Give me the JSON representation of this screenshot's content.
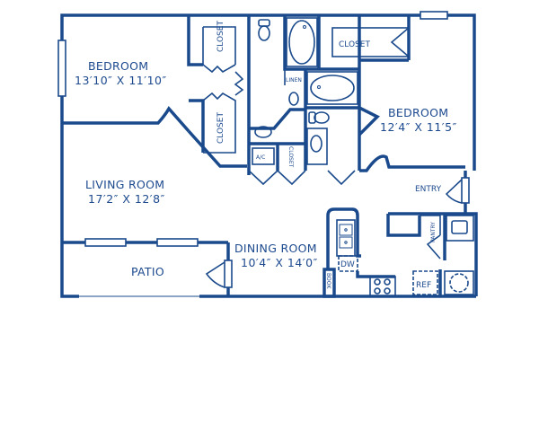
{
  "floor_plan": {
    "colors": {
      "wall": "#1a4a8c",
      "text": "#1d4a8f",
      "background": "#ffffff"
    },
    "rooms": {
      "bedroom_1": {
        "name": "BEDROOM",
        "dimensions": "13′10″ X 11′10″"
      },
      "bedroom_2": {
        "name": "BEDROOM",
        "dimensions": "12′4″ X 11′5″"
      },
      "living_room": {
        "name": "LIVING ROOM",
        "dimensions": "17′2″ X 12′8″"
      },
      "dining_room": {
        "name": "DINING ROOM",
        "dimensions": "10′4″ X 14′0″"
      },
      "patio": {
        "name": "PATIO"
      }
    },
    "labels": {
      "closet_top_left": "CLOSET",
      "closet_mid_left": "CLOSET",
      "closet_top_right": "CLOSET",
      "closet_hall": "CLOSET",
      "linen": "LINEN",
      "ac": "A/C",
      "entry": "ENTRY",
      "pantry": "PANTRY",
      "dishwasher": "DW",
      "refrigerator": "REF",
      "bookshelf": "BOOK"
    }
  }
}
